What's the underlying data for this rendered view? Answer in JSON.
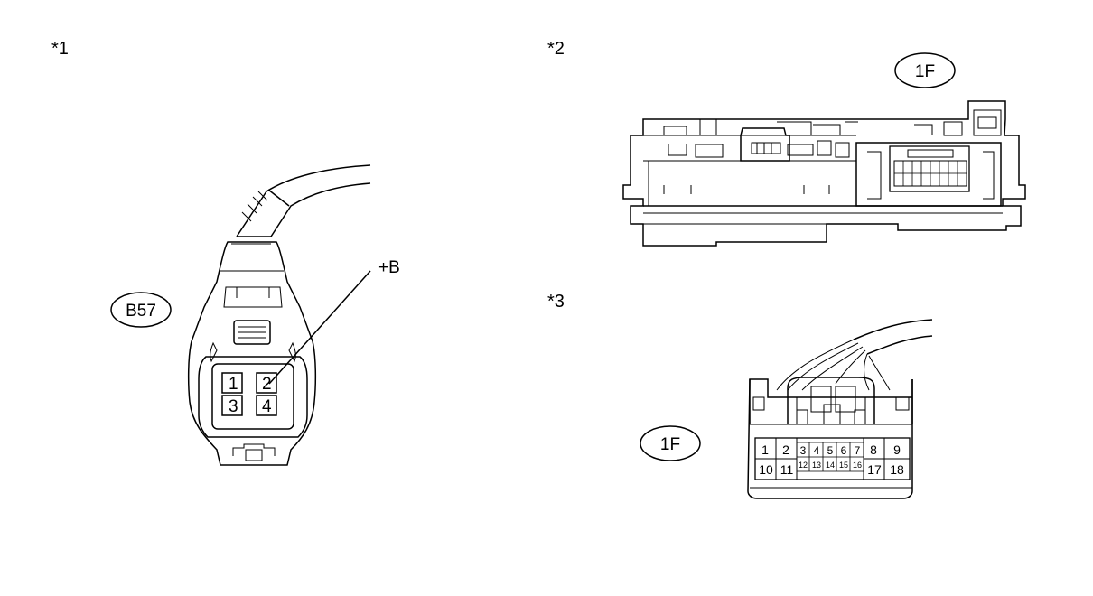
{
  "figure_labels": {
    "view1": "*1",
    "view2": "*2",
    "view3": "*3"
  },
  "connector_b57": {
    "name": "B57",
    "terminal_label": "+B",
    "pins": [
      "1",
      "2",
      "3",
      "4"
    ]
  },
  "connector_1f_top": {
    "name": "1F"
  },
  "connector_1f_bottom": {
    "name": "1F",
    "pins_row1": [
      "1",
      "2",
      "3",
      "4",
      "5",
      "6",
      "7",
      "8",
      "9"
    ],
    "pins_row2": [
      "10",
      "11",
      "12",
      "13",
      "14",
      "15",
      "16",
      "17",
      "18"
    ]
  }
}
